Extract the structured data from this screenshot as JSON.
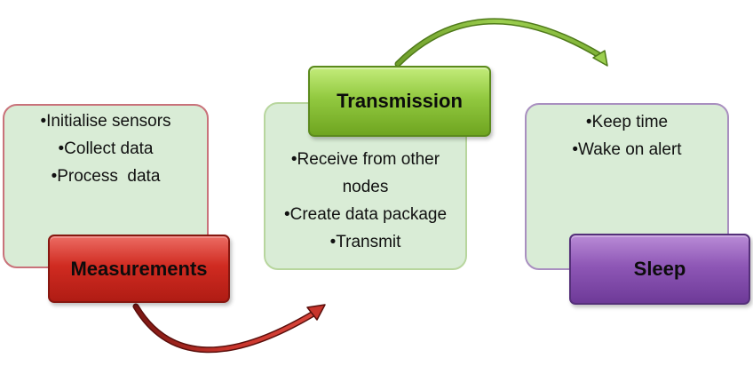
{
  "stages": [
    {
      "title": "Measurements",
      "color": "#c0392b",
      "items": [
        "•Initialise sensors",
        "•Collect data",
        "•Process  data"
      ]
    },
    {
      "title": "Transmission",
      "color": "#8dc63f",
      "items": [
        "•Receive from other nodes",
        "•Create data package",
        "•Transmit"
      ]
    },
    {
      "title": "Sleep",
      "color": "#8e44ad",
      "items": [
        "•Keep time",
        "•Wake on alert"
      ]
    }
  ],
  "connectors": [
    {
      "from": "Measurements",
      "to": "Transmission",
      "color": "#c0392b"
    },
    {
      "from": "Transmission",
      "to": "Sleep",
      "color": "#8dc63f"
    }
  ]
}
